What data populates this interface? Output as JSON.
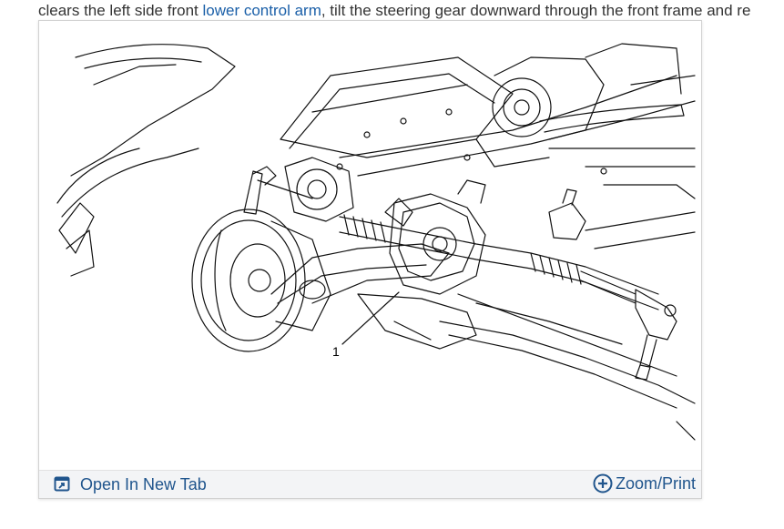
{
  "intro": {
    "before_link": "clears the left side front ",
    "link_text": "lower control arm",
    "after_link": ", tilt the steering gear downward through the front frame and re"
  },
  "figure": {
    "callouts": [
      "1"
    ],
    "accent_color": "#20558d"
  },
  "toolbar": {
    "open_tab_label": "Open In New Tab",
    "open_tab_icon": "open-external-icon",
    "zoom_label": "Zoom/Print",
    "zoom_icon": "zoom-plus-icon"
  }
}
